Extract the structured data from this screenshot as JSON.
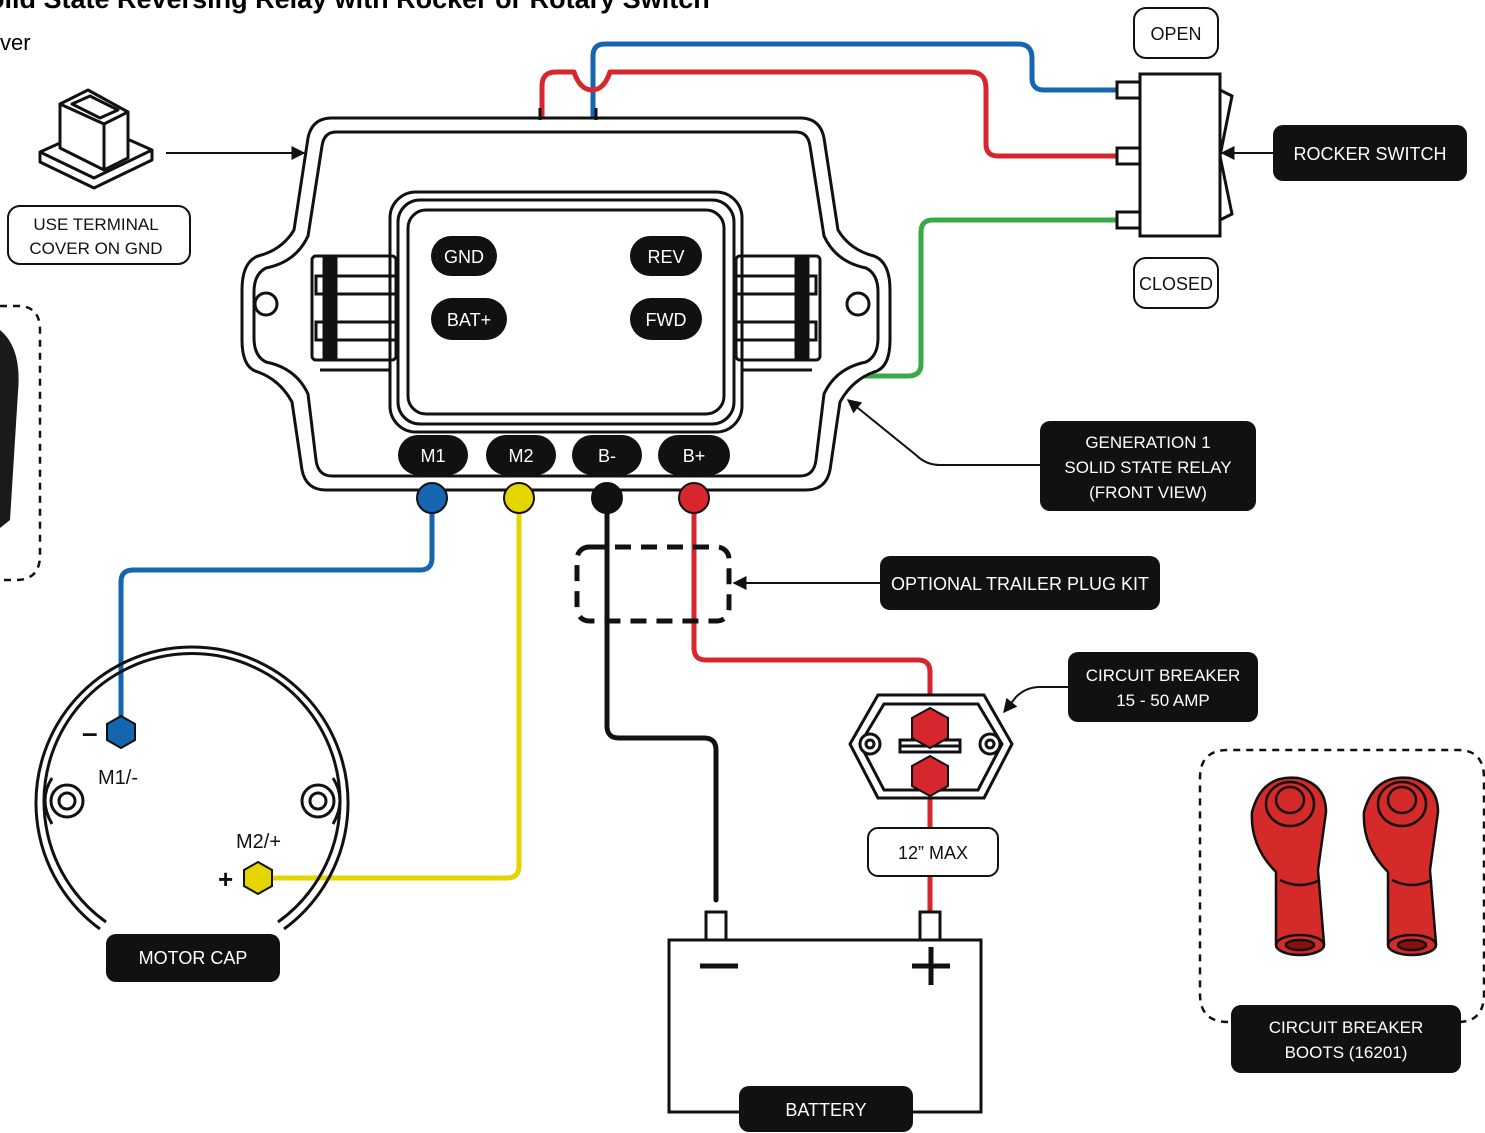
{
  "title": "olid State Reversing Relay with Rocker or Rotary Switch",
  "subtitle": "ver",
  "colors": {
    "blue": "#1565b0",
    "red": "#d7262e",
    "green": "#3aa845",
    "yellow": "#e4d400",
    "black": "#111111",
    "boot_red": "#d42a2a"
  },
  "labels": {
    "open": "OPEN",
    "closed": "CLOSED",
    "rocker_switch": "ROCKER SWITCH",
    "terminal_cover_1": "USE TERMINAL",
    "terminal_cover_2": "COVER ON GND",
    "relay_1": "GENERATION 1",
    "relay_2": "SOLID STATE RELAY",
    "relay_3": "(FRONT VIEW)",
    "trailer_plug": "OPTIONAL TRAILER PLUG KIT",
    "breaker_1": "CIRCUIT BREAKER",
    "breaker_2": "15 - 50 AMP",
    "max_length": "12” MAX",
    "motor_cap": "MOTOR CAP",
    "battery": "BATTERY",
    "boots_1": "CIRCUIT BREAKER",
    "boots_2": "BOOTS (16201)",
    "m1_neg": "M1/-",
    "m2_pos": "M2/+",
    "minus": "–",
    "plus": "+"
  },
  "relay_terminals": {
    "gnd": "GND",
    "bat": "BAT+",
    "rev": "REV",
    "fwd": "FWD",
    "m1": "M1",
    "m2": "M2",
    "bneg": "B-",
    "bpos": "B+"
  }
}
